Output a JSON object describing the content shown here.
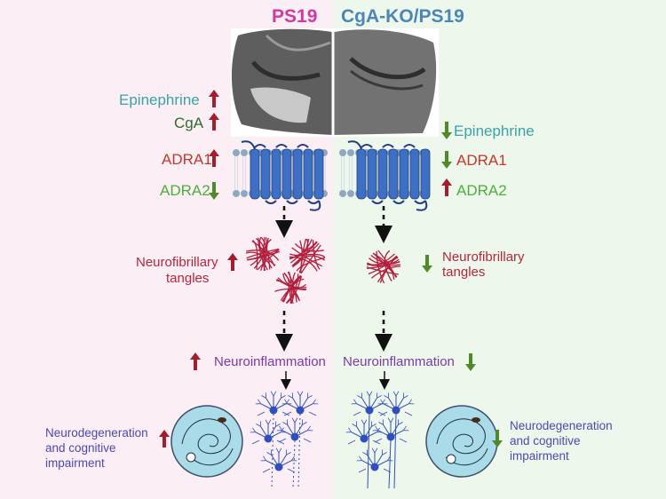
{
  "colors": {
    "left_bg": "#fbeef4",
    "right_bg": "#eef7ec",
    "ps19_title": "#d03a9f",
    "cgako_title": "#4a86b8",
    "epinephrine": "#3aa3a3",
    "cga": "#2f6b2f",
    "adra1": "#c0392b",
    "adra2": "#4cae3a",
    "tangles_text": "#b5273a",
    "neuroinflammation": "#7a3aa8",
    "neurodegeneration": "#4a4ab0",
    "arrow_up": "#a31d2e",
    "arrow_down": "#4f8a2a",
    "receptor": "#3d6fc2",
    "membrane_head": "#8fa8c0",
    "tangle": "#b21e3c",
    "neuron": "#2f4fbf",
    "maze_bg": "#a9dbe8"
  },
  "left": {
    "title": "PS19",
    "epinephrine": "Epinephrine",
    "cga": "CgA",
    "adra1": "ADRA1",
    "adra2": "ADRA2",
    "tangles_line1": "Neurofibrillary",
    "tangles_line2": "tangles",
    "neuroinflammation": "Neuroinflammation",
    "neurodegeneration_line1": "Neurodegeneration",
    "neurodegeneration_line2": "and cognitive",
    "neurodegeneration_line3": "impairment",
    "indicators": {
      "epinephrine": "up",
      "cga": "up",
      "adra1": "up",
      "adra2": "down",
      "tangles": "up",
      "neuroinflammation": "up",
      "neurodegeneration": "up"
    }
  },
  "right": {
    "title": "CgA-KO/PS19",
    "epinephrine": "Epinephrine",
    "adra1": "ADRA1",
    "adra2": "ADRA2",
    "tangles_line1": "Neurofibrillary",
    "tangles_line2": "tangles",
    "neuroinflammation": "Neuroinflammation",
    "neurodegeneration_line1": "Neurodegeneration",
    "neurodegeneration_line2": "and cognitive",
    "neurodegeneration_line3": "impairment",
    "indicators": {
      "epinephrine": "down",
      "adra1": "down",
      "adra2": "up",
      "tangles": "down",
      "neuroinflammation": "down",
      "neurodegeneration": "down"
    }
  }
}
